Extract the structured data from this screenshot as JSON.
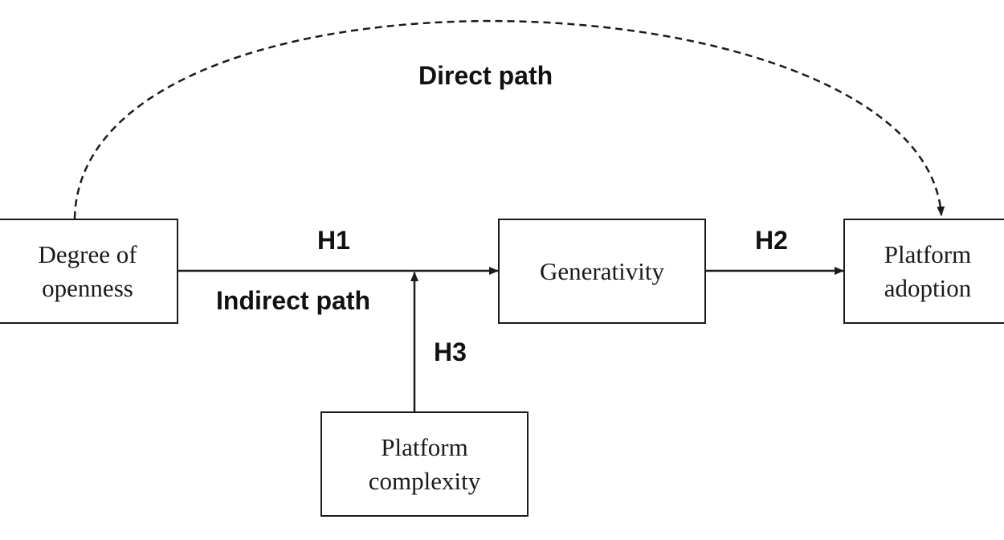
{
  "nodes": {
    "openness": {
      "line1": "Degree of",
      "line2": "openness"
    },
    "generativity": {
      "line1": "Generativity"
    },
    "adoption": {
      "line1": "Platform",
      "line2": "adoption"
    },
    "complexity": {
      "line1": "Platform",
      "line2": "complexity"
    }
  },
  "labels": {
    "direct_path": "Direct path",
    "indirect_path": "Indirect path",
    "h1": "H1",
    "h2": "H2",
    "h3": "H3"
  },
  "colors": {
    "stroke": "#1a1a1a",
    "background": "#ffffff"
  }
}
